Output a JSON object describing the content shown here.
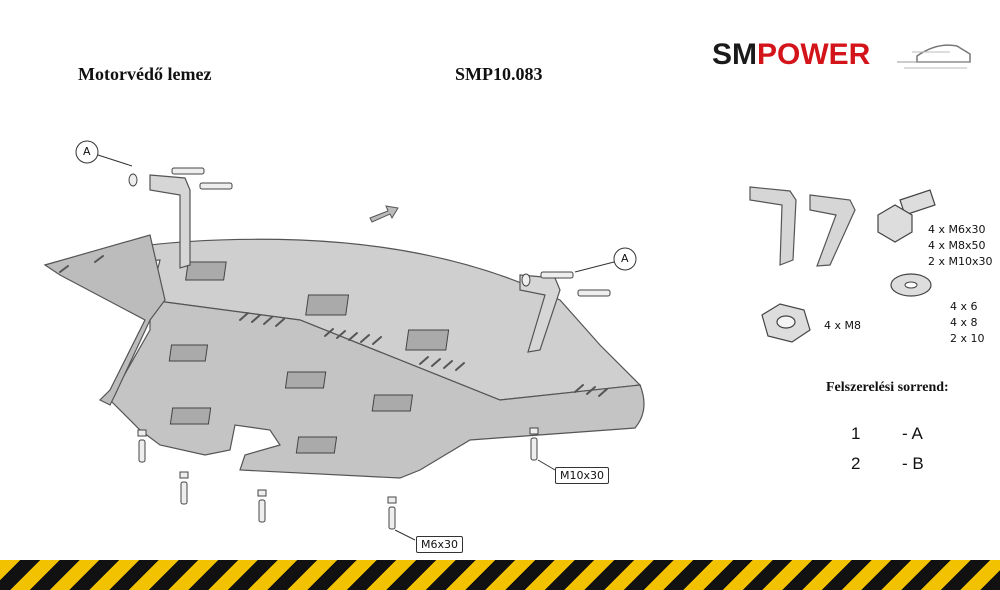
{
  "header": {
    "title_left": "Motorvédő lemez",
    "title_code": "SMP10.083"
  },
  "logo": {
    "part1": "SM",
    "part2": "POWER",
    "color_dark": "#1a1a1a",
    "color_red": "#d4141b"
  },
  "diagram": {
    "callout_a": "A",
    "label_m10x30": "M10x30",
    "label_m6x30": "M6x30"
  },
  "parts": {
    "bolts": [
      "4 x M6x30",
      "4 x M8x50",
      "2 x M10x30"
    ],
    "nut": "4 x  M8",
    "washers": [
      "4  x  6",
      "4  x  8",
      "2  x  10"
    ]
  },
  "sequence": {
    "title": "Felszerelési sorrend:",
    "steps": [
      {
        "num": "1",
        "code": "- A"
      },
      {
        "num": "2",
        "code": "- B"
      }
    ]
  },
  "colors": {
    "plate": "#c9c9c9",
    "stripe_yellow": "#f2c200",
    "stripe_black": "#111111"
  }
}
